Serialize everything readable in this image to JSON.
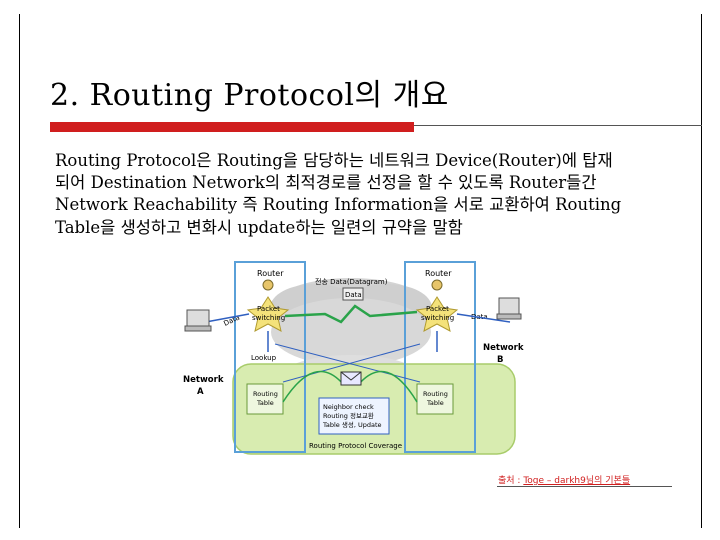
{
  "slide": {
    "title": "2. Routing Protocol의 개요",
    "body_lines": [
      "Routing Protocol은 Routing을 담당하는 네트워크 Device(Router)에 탑재",
      "되어 Destination Network의 최적경로를 선정을 할 수 있도록 Router들간",
      "Network Reachability 즉 Routing Information을 서로 교환하여 Routing",
      "Table을 생성하고 변화시 update하는 일련의 규약을 말함"
    ],
    "source_prefix": "출처 : ",
    "source_link": "Toge – darkh9님의 기본틀"
  },
  "diagram": {
    "router_left": "Router",
    "router_right": "Router",
    "transfer_label": "전송 Data(Datagram)",
    "data_center": "Data",
    "data_left": "Data",
    "data_right": "Data",
    "packet_switching_left": [
      "Packet",
      "switching"
    ],
    "packet_switching_right": [
      "Packet",
      "switching"
    ],
    "lookup": "Lookup",
    "routing_table_left": [
      "Routing",
      "Table"
    ],
    "routing_table_right": [
      "Routing",
      "Table"
    ],
    "network_a": [
      "Network",
      "A"
    ],
    "network_b": [
      "Network",
      "B"
    ],
    "neighbor_note": [
      "Neighbor check",
      "Routing 정보교환",
      "Table 생성, Update"
    ],
    "coverage": "Routing Protocol Coverage"
  }
}
